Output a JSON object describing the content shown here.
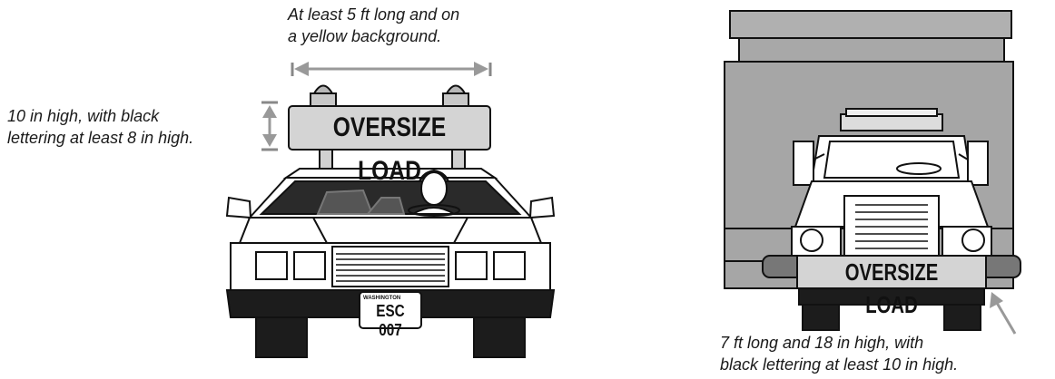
{
  "annotations": {
    "sign_length": [
      "At least 5 ft long and on",
      "a yellow background."
    ],
    "sign_height": [
      "10 in high, with black",
      "lettering at least 8 in high."
    ],
    "banner": [
      "7 ft long and 18 in high, with",
      "black lettering at least 10 in high."
    ]
  },
  "car_sign": {
    "text": "OVERSIZE LOAD"
  },
  "truck_banner": {
    "text": "OVERSIZE LOAD"
  },
  "license_plate": {
    "state": "WASHINGTON",
    "number": "ESC 007"
  }
}
